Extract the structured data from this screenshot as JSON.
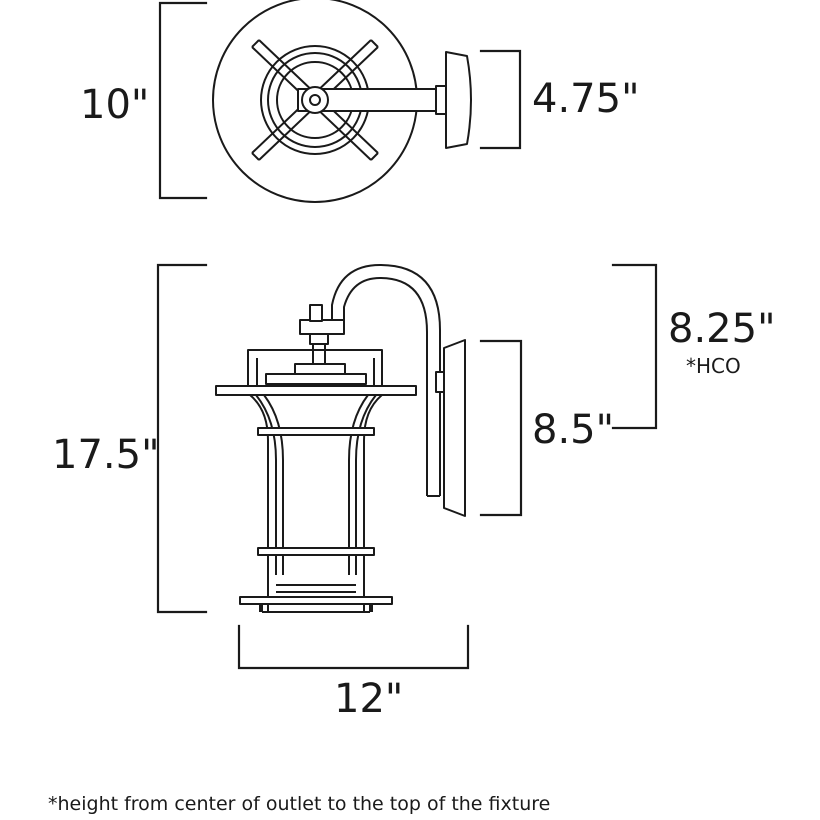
{
  "dimensions": {
    "top_height": "10\"",
    "top_backplate": "4.75\"",
    "overall_height": "17.5\"",
    "hco": "8.25\"",
    "hco_marker": "*HCO",
    "backplate_height": "8.5\"",
    "width": "12\""
  },
  "footnote": "*height from center of outlet to the top of the fixture"
}
